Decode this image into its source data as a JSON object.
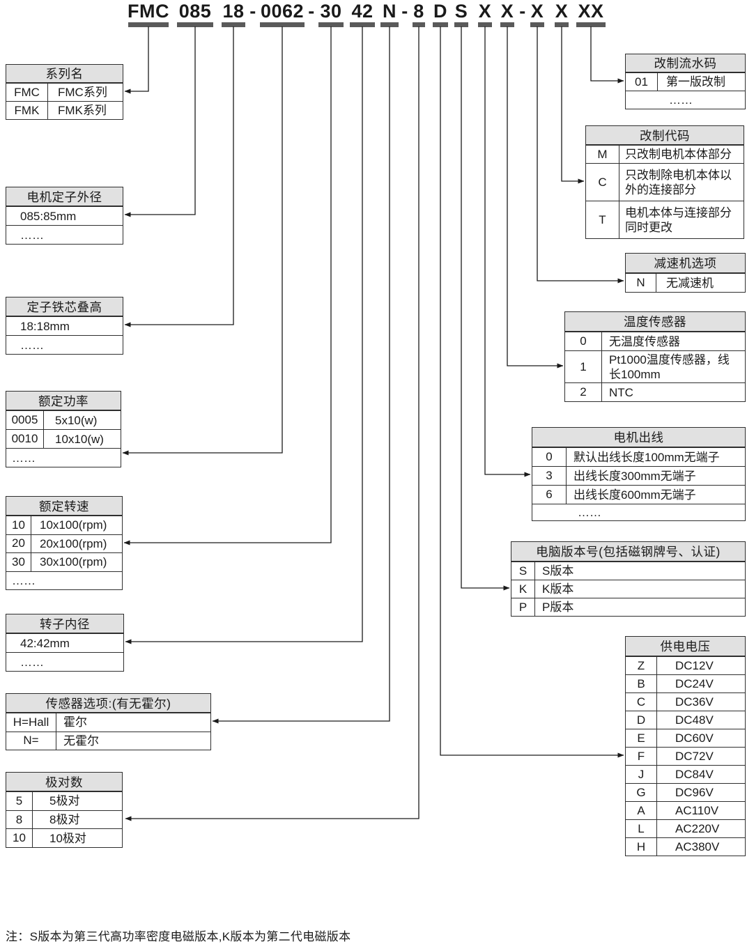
{
  "model_code": {
    "tokens": [
      {
        "text": "FMC"
      },
      {
        "text": "085"
      },
      {
        "text": "18"
      },
      {
        "text": "-",
        "sep": true
      },
      {
        "text": "0062"
      },
      {
        "text": "-",
        "sep": true
      },
      {
        "text": "30"
      },
      {
        "text": "42"
      },
      {
        "text": "N"
      },
      {
        "text": "-",
        "sep": true
      },
      {
        "text": "8"
      },
      {
        "text": "D"
      },
      {
        "text": "S"
      },
      {
        "text": "X"
      },
      {
        "text": "X"
      },
      {
        "text": "-",
        "sep": true
      },
      {
        "text": "X"
      },
      {
        "text": "X"
      },
      {
        "text": "XX"
      }
    ]
  },
  "boxes": [
    {
      "id": "series-name",
      "title": "系列名",
      "rows": [
        {
          "code": "FMC",
          "label": "FMC系列"
        },
        {
          "code": "FMK",
          "label": "FMK系列"
        }
      ]
    },
    {
      "id": "stator-od",
      "title": "电机定子外径",
      "rows": [
        {
          "label": "085:85mm"
        },
        {
          "label": "……"
        }
      ]
    },
    {
      "id": "stator-stack-height",
      "title": "定子铁芯叠高",
      "rows": [
        {
          "label": "18:18mm"
        },
        {
          "label": "……"
        }
      ]
    },
    {
      "id": "rated-power",
      "title": "额定功率",
      "rows": [
        {
          "code": "0005",
          "label": "5x10(w)"
        },
        {
          "code": "0010",
          "label": "10x10(w)"
        },
        {
          "label": "……",
          "full": true
        }
      ]
    },
    {
      "id": "rated-speed",
      "title": "额定转速",
      "rows": [
        {
          "code": "10",
          "label": "10x100(rpm)"
        },
        {
          "code": "20",
          "label": "20x100(rpm)"
        },
        {
          "code": "30",
          "label": "30x100(rpm)"
        },
        {
          "label": "……",
          "full": true
        }
      ]
    },
    {
      "id": "rotor-id",
      "title": "转子内径",
      "rows": [
        {
          "label": "42:42mm"
        },
        {
          "label": "……"
        }
      ]
    },
    {
      "id": "sensor-option",
      "title": "传感器选项:(有无霍尔)",
      "rows": [
        {
          "code": "H=Hall",
          "label": "霍尔"
        },
        {
          "code": "N=",
          "label": "无霍尔"
        }
      ]
    },
    {
      "id": "pole-pairs",
      "title": "极对数",
      "rows": [
        {
          "code": "5",
          "label": "5极对"
        },
        {
          "code": "8",
          "label": "8极对"
        },
        {
          "code": "10",
          "label": "10极对"
        }
      ]
    },
    {
      "id": "mod-serial",
      "title": "改制流水码",
      "rows": [
        {
          "code": "01",
          "label": "第一版改制"
        },
        {
          "label": "……",
          "indent": true
        }
      ]
    },
    {
      "id": "mod-code",
      "title": "改制代码",
      "rows": [
        {
          "code": "M",
          "label": "只改制电机本体部分"
        },
        {
          "code": "C",
          "label": "只改制除电机本体以外的连接部分"
        },
        {
          "code": "T",
          "label": "电机本体与连接部分同时更改"
        }
      ]
    },
    {
      "id": "gearbox-option",
      "title": "减速机选项",
      "rows": [
        {
          "code": "N",
          "label": "无减速机"
        }
      ]
    },
    {
      "id": "temp-sensor",
      "title": "温度传感器",
      "rows": [
        {
          "code": "0",
          "label": "无温度传感器"
        },
        {
          "code": "1",
          "label": "Pt1000温度传感器，线长100mm"
        },
        {
          "code": "2",
          "label": "NTC"
        }
      ]
    },
    {
      "id": "motor-leads",
      "title": "电机出线",
      "rows": [
        {
          "code": "0",
          "label": "默认出线长度100mm无端子"
        },
        {
          "code": "3",
          "label": "出线长度300mm无端子"
        },
        {
          "code": "6",
          "label": "出线长度600mm无端子"
        },
        {
          "label": "……",
          "indent": true
        }
      ]
    },
    {
      "id": "pc-version",
      "title": "电脑版本号(包括磁钢牌号、认证)",
      "rows": [
        {
          "code": "S",
          "label": "S版本"
        },
        {
          "code": "K",
          "label": "K版本"
        },
        {
          "code": "P",
          "label": "P版本"
        }
      ]
    },
    {
      "id": "supply-voltage",
      "title": "供电电压",
      "rows": [
        {
          "code": "Z",
          "label": "DC12V"
        },
        {
          "code": "B",
          "label": "DC24V"
        },
        {
          "code": "C",
          "label": "DC36V"
        },
        {
          "code": "D",
          "label": "DC48V"
        },
        {
          "code": "E",
          "label": "DC60V"
        },
        {
          "code": "F",
          "label": "DC72V"
        },
        {
          "code": "J",
          "label": "DC84V"
        },
        {
          "code": "G",
          "label": "DC96V"
        },
        {
          "code": "A",
          "label": "AC110V"
        },
        {
          "code": "L",
          "label": "AC220V"
        },
        {
          "code": "H",
          "label": "AC380V"
        }
      ]
    }
  ],
  "note": "注：S版本为第三代高功率密度电磁版本,K版本为第二代电磁版本",
  "colors": {
    "text": "#1a1a1a",
    "border": "#2e2e2e",
    "header_bg": "#e1e1e1",
    "underline_bar": "#5a5a5a"
  }
}
